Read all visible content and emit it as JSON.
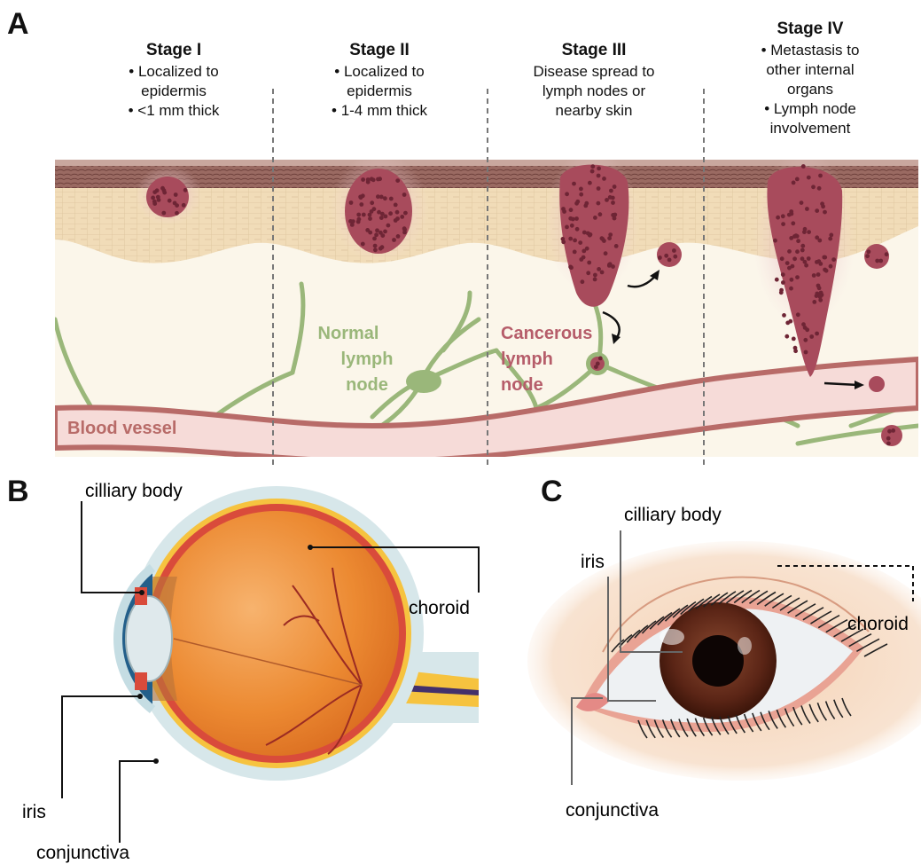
{
  "panels": {
    "a": "A",
    "b": "B",
    "c": "C"
  },
  "stages": [
    {
      "title": "Stage I",
      "lines": [
        "• Localized to",
        "epidermis",
        "• <1 mm thick"
      ]
    },
    {
      "title": "Stage II",
      "lines": [
        "• Localized to",
        "epidermis",
        "• 1-4 mm thick"
      ]
    },
    {
      "title": "Stage III",
      "lines": [
        "Disease spread to",
        "lymph nodes or",
        "nearby skin"
      ]
    },
    {
      "title": "Stage IV",
      "lines": [
        "• Metastasis to",
        "other internal",
        "organs",
        "• Lymph node",
        "involvement"
      ]
    }
  ],
  "skin_labels": {
    "normal_node": [
      "Normal",
      "lymph",
      "node"
    ],
    "cancer_node": [
      "Cancerous",
      "lymph",
      "node"
    ],
    "blood_vessel": "Blood vessel"
  },
  "eye_side_labels": {
    "ciliary": "cilliary body",
    "choroid": "choroid",
    "iris": "iris",
    "conjunctiva": "conjunctiva"
  },
  "eye_front_labels": {
    "ciliary": "cilliary body",
    "iris": "iris",
    "choroid": "choroid",
    "conjunctiva": "conjunctiva"
  },
  "colors": {
    "tumor": "#a84b5c",
    "tumor_dot": "#6e2535",
    "lymph": "#9ab77a",
    "vessel_fill": "#f6dbd8",
    "vessel_edge": "#b86b68",
    "dermis": "#f1dcb8",
    "hypodermis": "#fbf6ea",
    "epidermis_dark": "#7b4a45",
    "eyeball": "#ec8a32",
    "sclera_outer": "#d7e7ea",
    "iris_brown": "#5b2516"
  }
}
